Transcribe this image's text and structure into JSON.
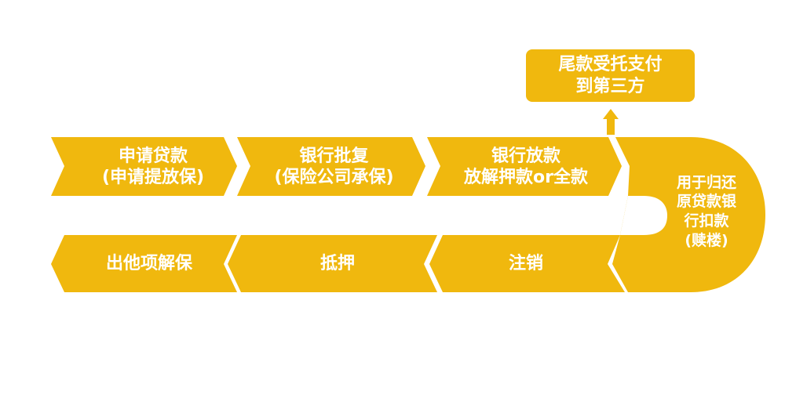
{
  "colors": {
    "fill": "#F0B80E",
    "text": "#FFFFFF"
  },
  "steps_top": [
    {
      "line1": "申请贷款",
      "line2": "(申请提放保)"
    },
    {
      "line1": "银行批复",
      "line2": "(保险公司承保)"
    },
    {
      "line1": "银行放款",
      "line2": "放解押款or全款"
    }
  ],
  "turn_step": {
    "line1": "用于归还",
    "line2": "原贷款银",
    "line3": "行扣款",
    "line4": "(赎楼)"
  },
  "branch_step": {
    "line1": "尾款受托支付",
    "line2": "到第三方"
  },
  "steps_bottom": [
    {
      "label": "出他项解保"
    },
    {
      "label": "抵押"
    },
    {
      "label": "注销"
    }
  ]
}
